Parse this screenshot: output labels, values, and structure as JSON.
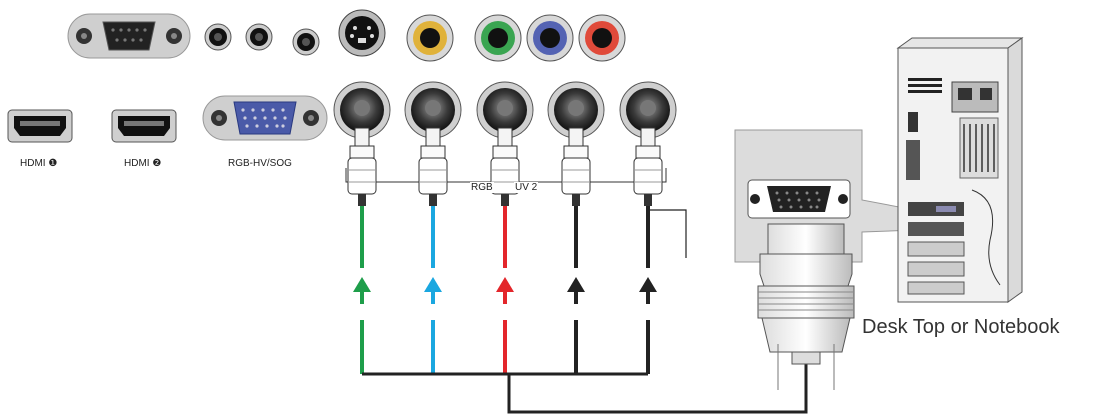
{
  "labels": {
    "hdmi1": "HDMI ❶",
    "hdmi2": "HDMI ❷",
    "rgb_hv_sog": "RGB-HV/SOG",
    "rgb_yuv2_left": "RGB",
    "rgb_yuv2_right": "UV 2",
    "device": "Desk Top or Notebook"
  },
  "colors": {
    "green": "#1e9e4a",
    "cyan": "#1aa7e0",
    "red": "#e3262b",
    "black": "#222222",
    "connector_gray": "#cfcfcf",
    "panel_gray": "#dcdcdc",
    "vga_blue": "#4a5aa8",
    "rca_yellow": "#e0b23a",
    "rca_green": "#3aa551",
    "rca_blue": "#5463b3",
    "rca_red": "#e04a3a"
  },
  "cables": [
    {
      "color_key": "green",
      "name": "green-cable"
    },
    {
      "color_key": "cyan",
      "name": "cyan-cable"
    },
    {
      "color_key": "red",
      "name": "red-cable"
    },
    {
      "color_key": "black",
      "name": "black-cable-1"
    },
    {
      "color_key": "black",
      "name": "black-cable-2"
    }
  ]
}
